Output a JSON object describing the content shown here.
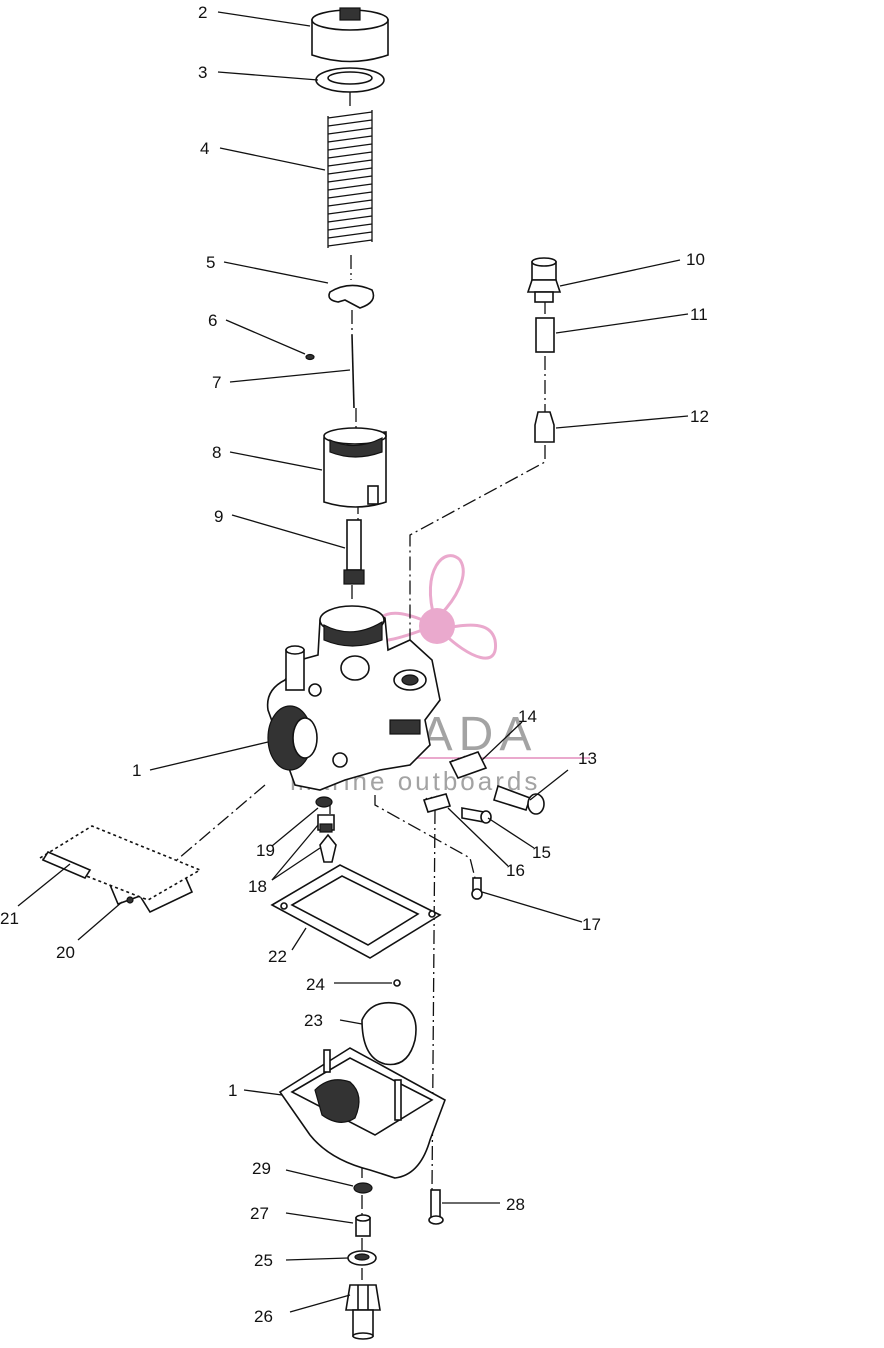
{
  "watermark": {
    "brand": "ARMADA",
    "tagline": "marine outboards",
    "logo_color": "#e8a0c8",
    "text_color": "#9a9a9a"
  },
  "callouts": [
    {
      "id": "c1a",
      "label": "1"
    },
    {
      "id": "c1b",
      "label": "1"
    },
    {
      "id": "c2",
      "label": "2"
    },
    {
      "id": "c3",
      "label": "3"
    },
    {
      "id": "c4",
      "label": "4"
    },
    {
      "id": "c5",
      "label": "5"
    },
    {
      "id": "c6",
      "label": "6"
    },
    {
      "id": "c7",
      "label": "7"
    },
    {
      "id": "c8",
      "label": "8"
    },
    {
      "id": "c9",
      "label": "9"
    },
    {
      "id": "c10",
      "label": "10"
    },
    {
      "id": "c11",
      "label": "11"
    },
    {
      "id": "c12",
      "label": "12"
    },
    {
      "id": "c13",
      "label": "13"
    },
    {
      "id": "c14",
      "label": "14"
    },
    {
      "id": "c15",
      "label": "15"
    },
    {
      "id": "c16",
      "label": "16"
    },
    {
      "id": "c17",
      "label": "17"
    },
    {
      "id": "c18",
      "label": "18"
    },
    {
      "id": "c19",
      "label": "19"
    },
    {
      "id": "c20",
      "label": "20"
    },
    {
      "id": "c21",
      "label": "21"
    },
    {
      "id": "c22",
      "label": "22"
    },
    {
      "id": "c23",
      "label": "23"
    },
    {
      "id": "c24",
      "label": "24"
    },
    {
      "id": "c25",
      "label": "25"
    },
    {
      "id": "c26",
      "label": "26"
    },
    {
      "id": "c27",
      "label": "27"
    },
    {
      "id": "c28",
      "label": "28"
    },
    {
      "id": "c29",
      "label": "29"
    }
  ]
}
